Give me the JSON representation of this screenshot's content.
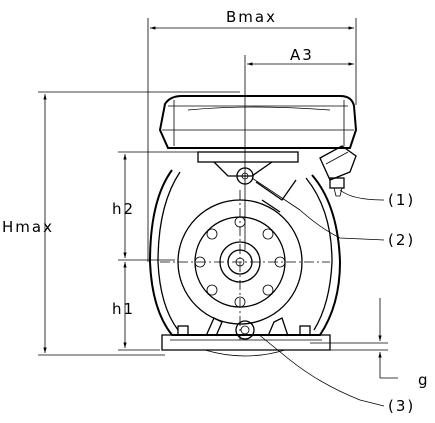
{
  "dimensions": {
    "bmax": "Bmax",
    "a3": "A3",
    "hmax": "Hmax",
    "h2": "h2",
    "h1": "h1",
    "g": "g"
  },
  "callouts": {
    "c1": "(1)",
    "c2": "(2)",
    "c3": "(3)"
  }
}
